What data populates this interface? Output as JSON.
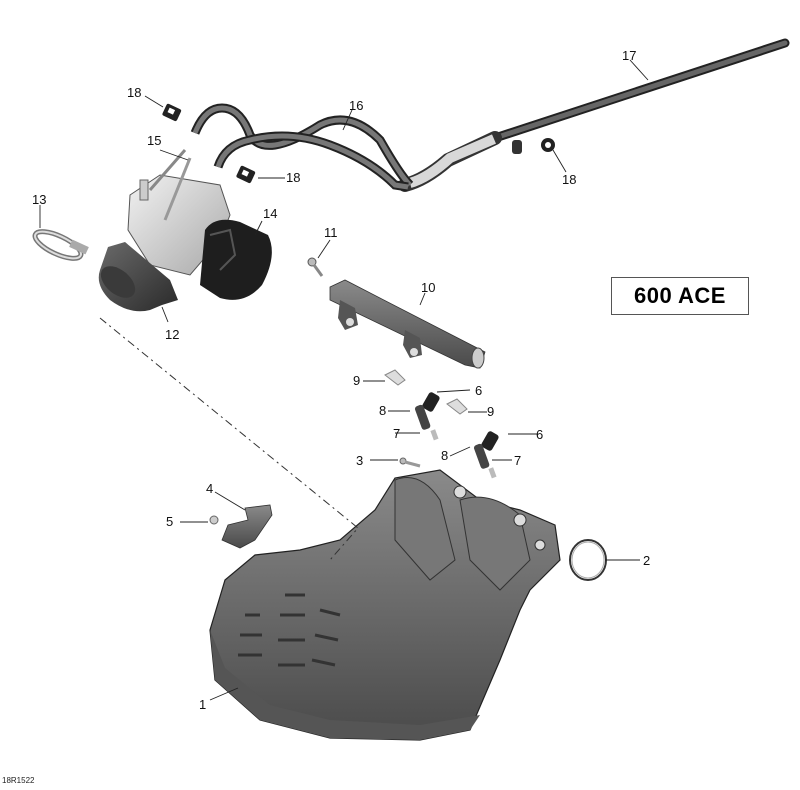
{
  "diagram": {
    "model_label": "600 ACE",
    "reference_code": "18R1522",
    "callouts": [
      {
        "number": "1",
        "part": "intake-manifold"
      },
      {
        "number": "2",
        "part": "o-ring-seal"
      },
      {
        "number": "3",
        "part": "screw"
      },
      {
        "number": "4",
        "part": "sensor"
      },
      {
        "number": "5",
        "part": "screw"
      },
      {
        "number": "6",
        "part": "fuel-injector-connector"
      },
      {
        "number": "7",
        "part": "fuel-injector-o-ring"
      },
      {
        "number": "8",
        "part": "fuel-injector-o-ring"
      },
      {
        "number": "9",
        "part": "injector-clip"
      },
      {
        "number": "10",
        "part": "fuel-rail"
      },
      {
        "number": "11",
        "part": "screw"
      },
      {
        "number": "12",
        "part": "throttle-body-adaptor"
      },
      {
        "number": "13",
        "part": "hose-clamp"
      },
      {
        "number": "14",
        "part": "throttle-body"
      },
      {
        "number": "15",
        "part": "screw"
      },
      {
        "number": "16",
        "part": "hose"
      },
      {
        "number": "17",
        "part": "hose"
      },
      {
        "number": "18",
        "part": "clip"
      }
    ],
    "labels": {
      "l1": "1",
      "l2": "2",
      "l3": "3",
      "l4": "4",
      "l5": "5",
      "l6a": "6",
      "l6b": "6",
      "l7a": "7",
      "l7b": "7",
      "l8a": "8",
      "l8b": "8",
      "l9a": "9",
      "l9b": "9",
      "l10": "10",
      "l11": "11",
      "l12": "12",
      "l13": "13",
      "l14": "14",
      "l15": "15",
      "l16": "16",
      "l17": "17",
      "l18a": "18",
      "l18b": "18",
      "l18c": "18"
    }
  }
}
